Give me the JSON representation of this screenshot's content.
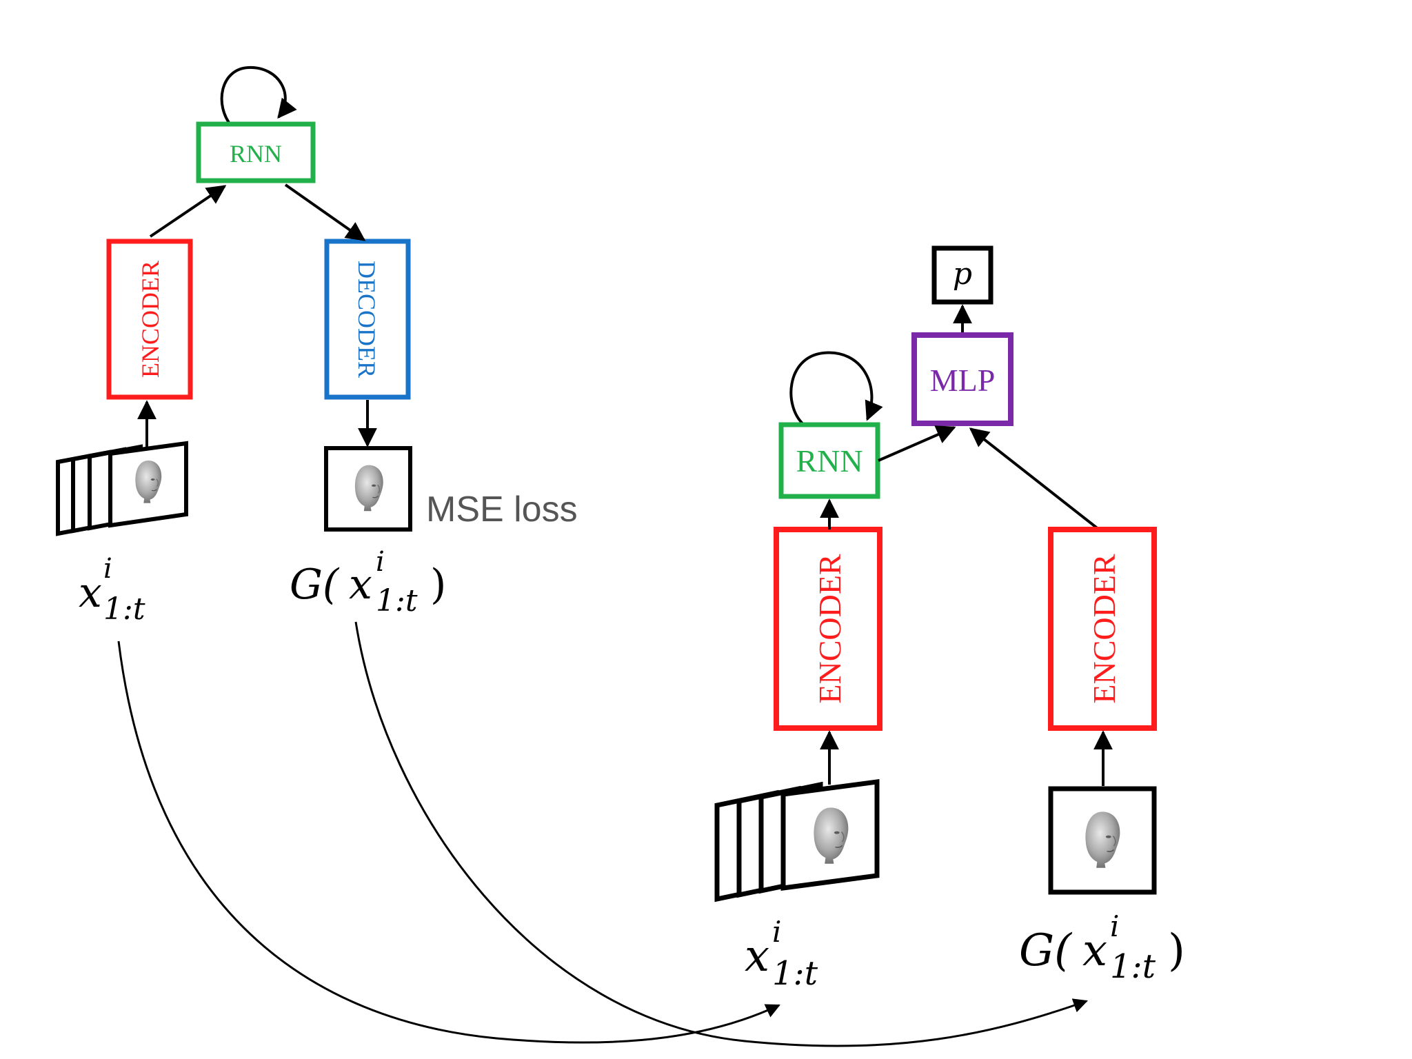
{
  "left_model": {
    "rnn_label": "RNN",
    "encoder_label": "ENCODER",
    "decoder_label": "DECODER",
    "loss_label": "MSE loss",
    "input_label": {
      "var": "x",
      "sup": "i",
      "sub": "1:t"
    },
    "output_label": {
      "fn": "G(",
      "var": "x",
      "sup": "i",
      "sub": "1:t",
      "close": ")"
    }
  },
  "right_model": {
    "rnn_label": "RNN",
    "mlp_label": "MLP",
    "output_label": "p",
    "encoder_left_label": "ENCODER",
    "encoder_right_label": "ENCODER",
    "input_label": {
      "var": "x",
      "sup": "i",
      "sub": "1:t"
    },
    "generated_label": {
      "fn": "G(",
      "var": "x",
      "sup": "i",
      "sub": "1:t",
      "close": ")"
    }
  },
  "colors": {
    "rnn": "#22b04b",
    "encoder": "#ff1c1c",
    "decoder": "#1874c8",
    "mlp": "#7a2aa8",
    "box": "#111111",
    "loss_text": "#555555"
  }
}
